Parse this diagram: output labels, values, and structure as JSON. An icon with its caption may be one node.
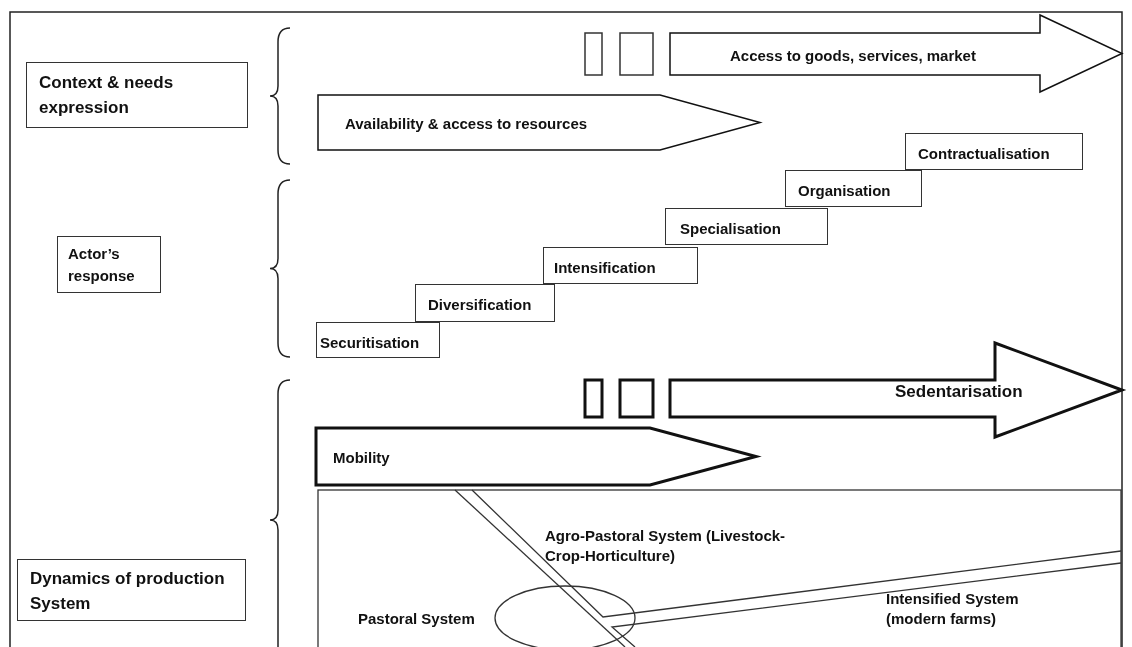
{
  "diagram": {
    "nodes": [
      {
        "text": [
          "Context & needs expression"
        ]
      },
      {
        "text": [
          "Access to goods, services, market"
        ]
      },
      {
        "text": [
          "Availability & access to resources"
        ]
      },
      {
        "text": [
          "Contractualisation"
        ]
      },
      {
        "text": [
          "Organisation"
        ]
      },
      {
        "text": [
          "Specialisation"
        ]
      },
      {
        "text": [
          "Actor’s response"
        ]
      },
      {
        "text": [
          "Intensification"
        ]
      },
      {
        "text": [
          "Diversification"
        ]
      },
      {
        "text": [
          "Securitisation"
        ]
      },
      {
        "text": [
          "Sedentarisation"
        ]
      },
      {
        "text": [
          "Mobility"
        ]
      },
      {
        "text": [
          "Dynamics of production System"
        ]
      }
    ],
    "labels": [
      "Agro-Pastoral System (Livestock-Crop-Horticulture)",
      "Pastoral System",
      "Intensified System (modern farms)"
    ]
  }
}
